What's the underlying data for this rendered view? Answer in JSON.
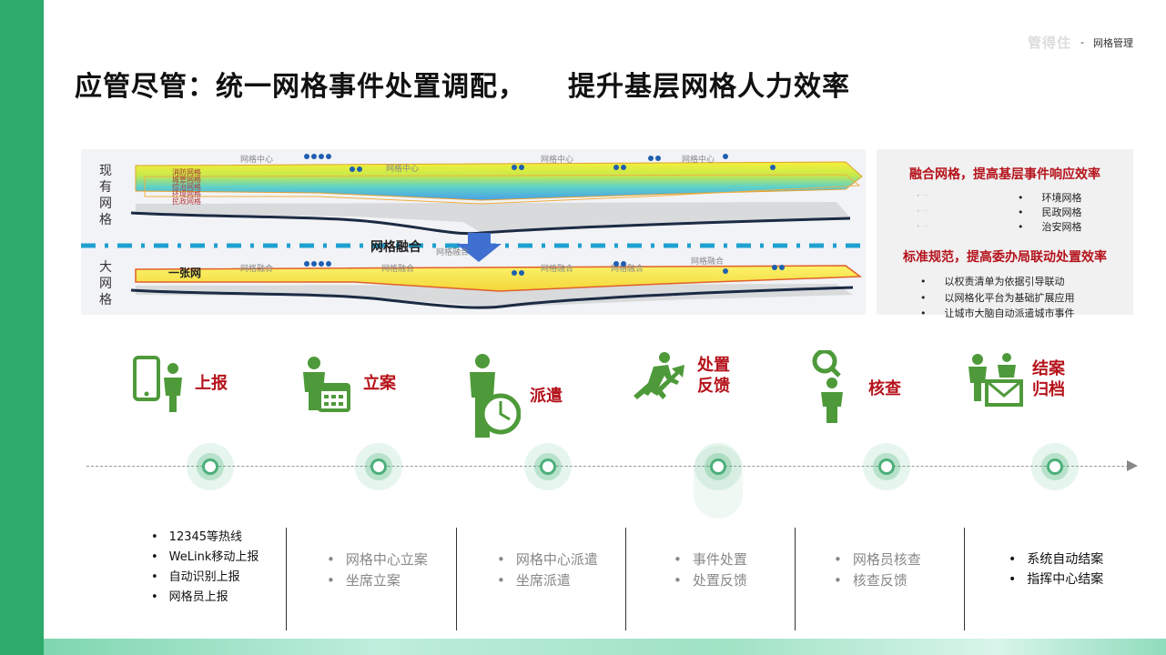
{
  "brand": {
    "logo_text": "管得住",
    "separator": "-",
    "section": "网格管理"
  },
  "title": {
    "part1": "应管尽管：统一网格事件处置调配，",
    "part2": "提升基层网格人力效率"
  },
  "diagram": {
    "top_side_label": "现有网格",
    "bottom_side_label": "大网格",
    "layer_labels": [
      "消防网格",
      "城管网格",
      "综治网格",
      "环境网格",
      "民政网格"
    ],
    "top_center_labels": [
      "网格中心",
      "网格中心",
      "网格中心",
      "网格中心"
    ],
    "merge_label": "网格融合",
    "one_grid_label": "一张网",
    "bottom_center_labels": [
      "网格融合",
      "网格融合",
      "网格融合",
      "网格融合",
      "网格融合",
      "网格融合"
    ]
  },
  "info": {
    "heading1": "融合网格，提高基层事件响应效率",
    "grid_items": [
      "环境网格",
      "民政网格",
      "治安网格"
    ],
    "heading2": "标准规范，提高委办局联动处置效率",
    "norm_items": [
      "以权责清单为依据引导联动",
      "以网格化平台为基础扩展应用",
      "让城市大脑自动派遣城市事件"
    ]
  },
  "steps": [
    {
      "label": "上报",
      "icon": "phone-person-icon"
    },
    {
      "label": "立案",
      "icon": "calendar-person-icon"
    },
    {
      "label": "派遣",
      "icon": "clock-person-icon"
    },
    {
      "label": "处置\n反馈",
      "label_line1": "处置",
      "label_line2": "反馈",
      "icon": "running-arrow-icon"
    },
    {
      "label": "核查",
      "icon": "magnifier-person-icon"
    },
    {
      "label": "结案\n归档",
      "label_line1": "结案",
      "label_line2": "归档",
      "icon": "mail-people-icon"
    }
  ],
  "columns": [
    [
      "12345等热线",
      "WeLink移动上报",
      "自动识别上报",
      "网格员上报"
    ],
    [
      "网格中心立案",
      "坐席立案"
    ],
    [
      "网格中心派遣",
      "坐席派遣"
    ],
    [
      "事件处置",
      "处置反馈"
    ],
    [
      "网格员核查",
      "核查反馈"
    ],
    [
      "系统自动结案",
      "指挥中心结案"
    ]
  ],
  "colors": {
    "accent_green": "#2eaa6a",
    "label_red": "#b5121b",
    "icon_green": "#4e9a3a"
  }
}
